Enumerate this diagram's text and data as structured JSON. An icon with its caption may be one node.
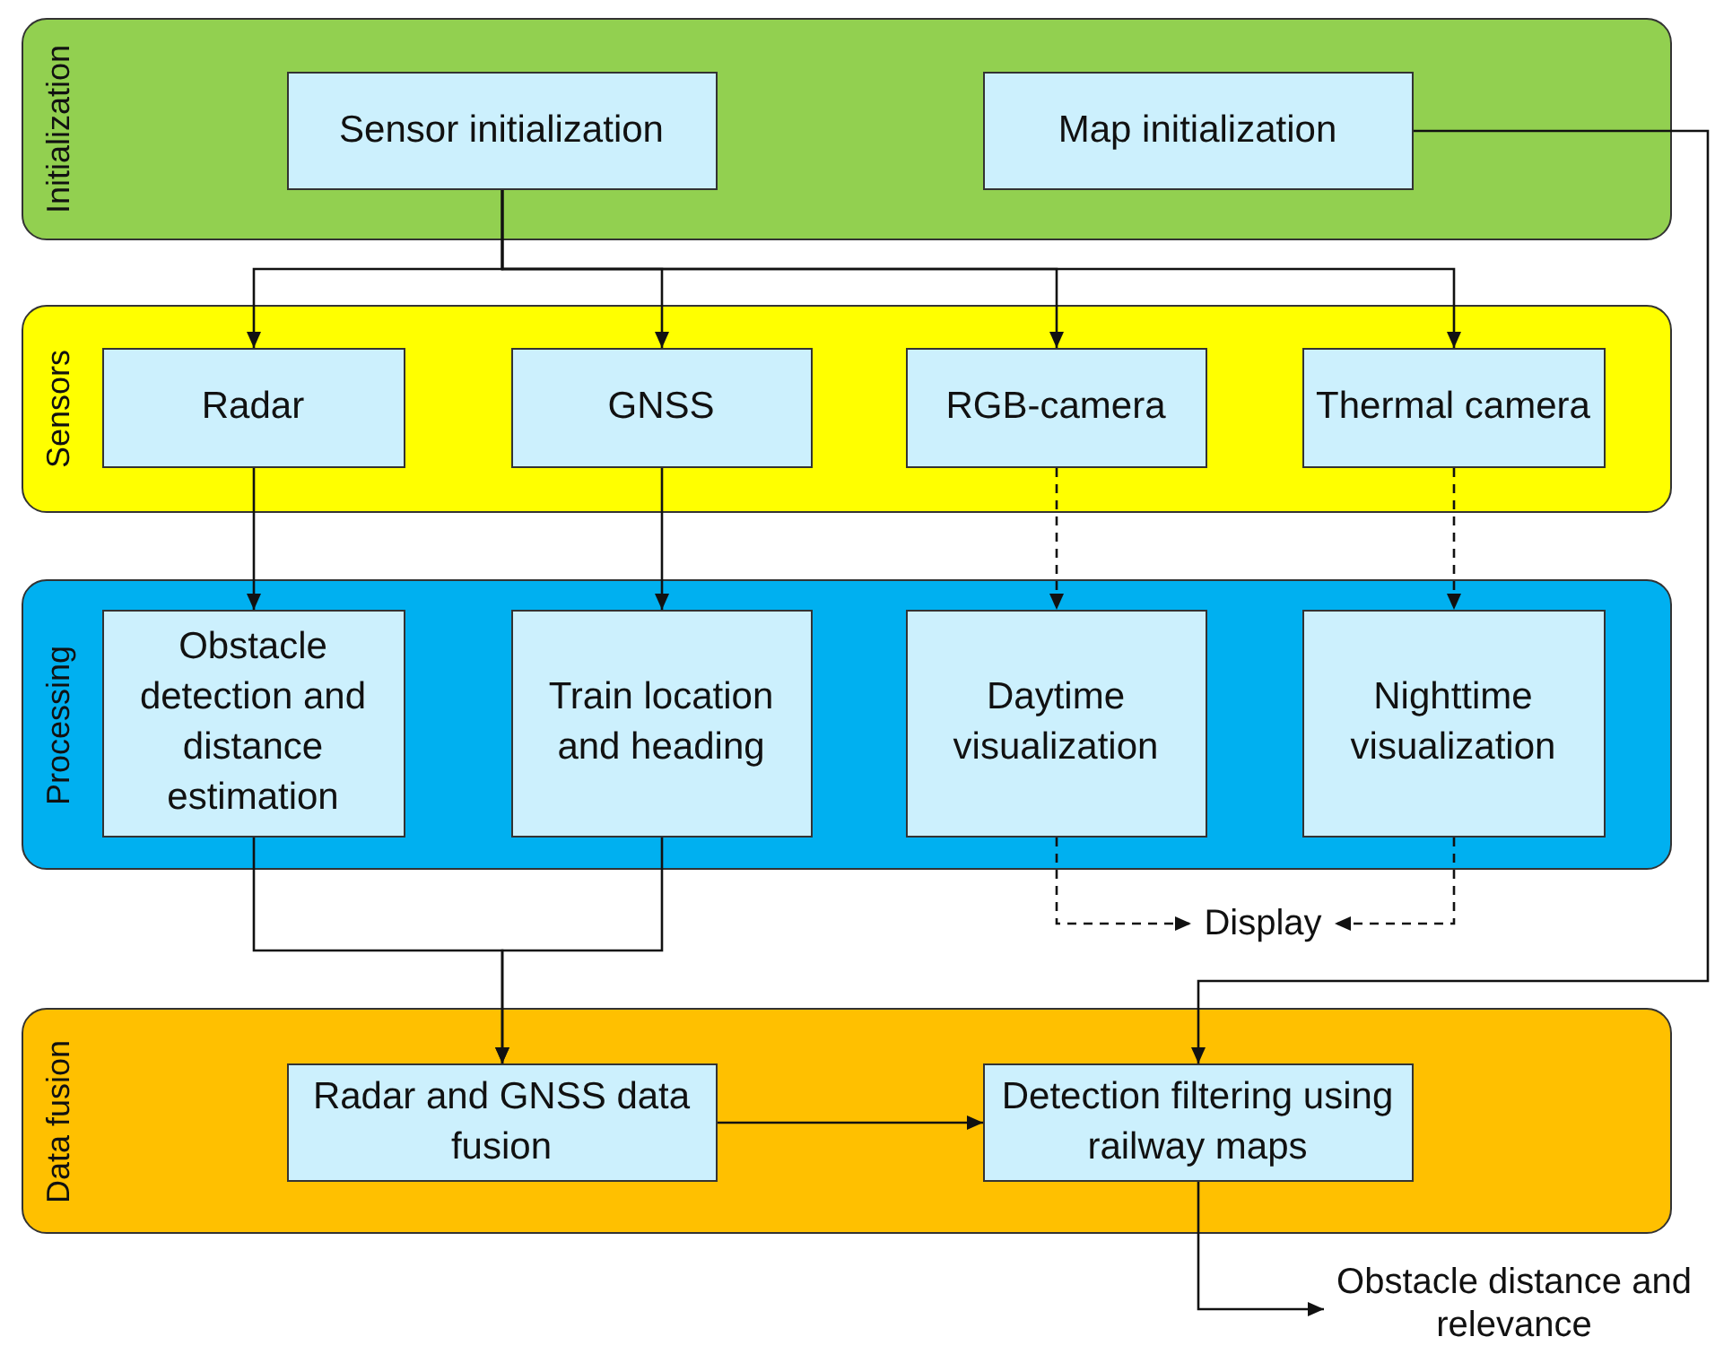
{
  "diagram": {
    "nodes": [
      {
        "text": [
          "Initialization"
        ]
      },
      {
        "text": [
          "Sensor initialization"
        ],
        "in": 0
      },
      {
        "text": [
          "Map initialization"
        ],
        "in": 0
      },
      {
        "text": [
          "Sensors"
        ]
      },
      {
        "text": [
          "Radar"
        ],
        "in": 3
      },
      {
        "text": [
          "GNSS"
        ],
        "in": 3
      },
      {
        "text": [
          "RGB-camera"
        ],
        "in": 3
      },
      {
        "text": [
          "Thermal camera"
        ],
        "in": 3
      },
      {
        "text": [
          "Processing"
        ]
      },
      {
        "text": [
          "Obstacle detection and distance estimation"
        ],
        "in": 8
      },
      {
        "text": [
          "Train location and heading"
        ],
        "in": 8
      },
      {
        "text": [
          "Daytime visualization"
        ],
        "in": 8
      },
      {
        "text": [
          "Nighttime visualization"
        ],
        "in": 8
      },
      {
        "text": [
          "Display"
        ]
      },
      {
        "text": [
          "Data fusion"
        ]
      },
      {
        "text": [
          "Radar and GNSS data fusion"
        ],
        "in": 14
      },
      {
        "text": [
          "Detection filtering using railway maps"
        ],
        "in": 14
      },
      {
        "text": [
          "Obstacle distance and relevance"
        ]
      }
    ],
    "edges": [
      {
        "from": 1,
        "to": 4,
        "arrow": "to"
      },
      {
        "from": 1,
        "to": 5,
        "arrow": "to"
      },
      {
        "from": 1,
        "to": 6,
        "arrow": "to"
      },
      {
        "from": 1,
        "to": 7,
        "arrow": "to"
      },
      {
        "from": 4,
        "to": 9,
        "arrow": "to"
      },
      {
        "from": 5,
        "to": 10,
        "arrow": "to"
      },
      {
        "from": 6,
        "to": 11,
        "arrow": "to",
        "style": "dashed"
      },
      {
        "from": 7,
        "to": 12,
        "arrow": "to",
        "style": "dashed"
      },
      {
        "from": 11,
        "to": 13,
        "arrow": "to",
        "style": "dashed"
      },
      {
        "from": 12,
        "to": 13,
        "arrow": "to",
        "style": "dashed"
      },
      {
        "from": 9,
        "to": 15,
        "arrow": "to"
      },
      {
        "from": 10,
        "to": 15,
        "arrow": "to"
      },
      {
        "from": 15,
        "to": 16,
        "arrow": "to"
      },
      {
        "from": 2,
        "to": 16,
        "arrow": "to"
      },
      {
        "from": 16,
        "to": 17,
        "arrow": "to"
      }
    ]
  }
}
